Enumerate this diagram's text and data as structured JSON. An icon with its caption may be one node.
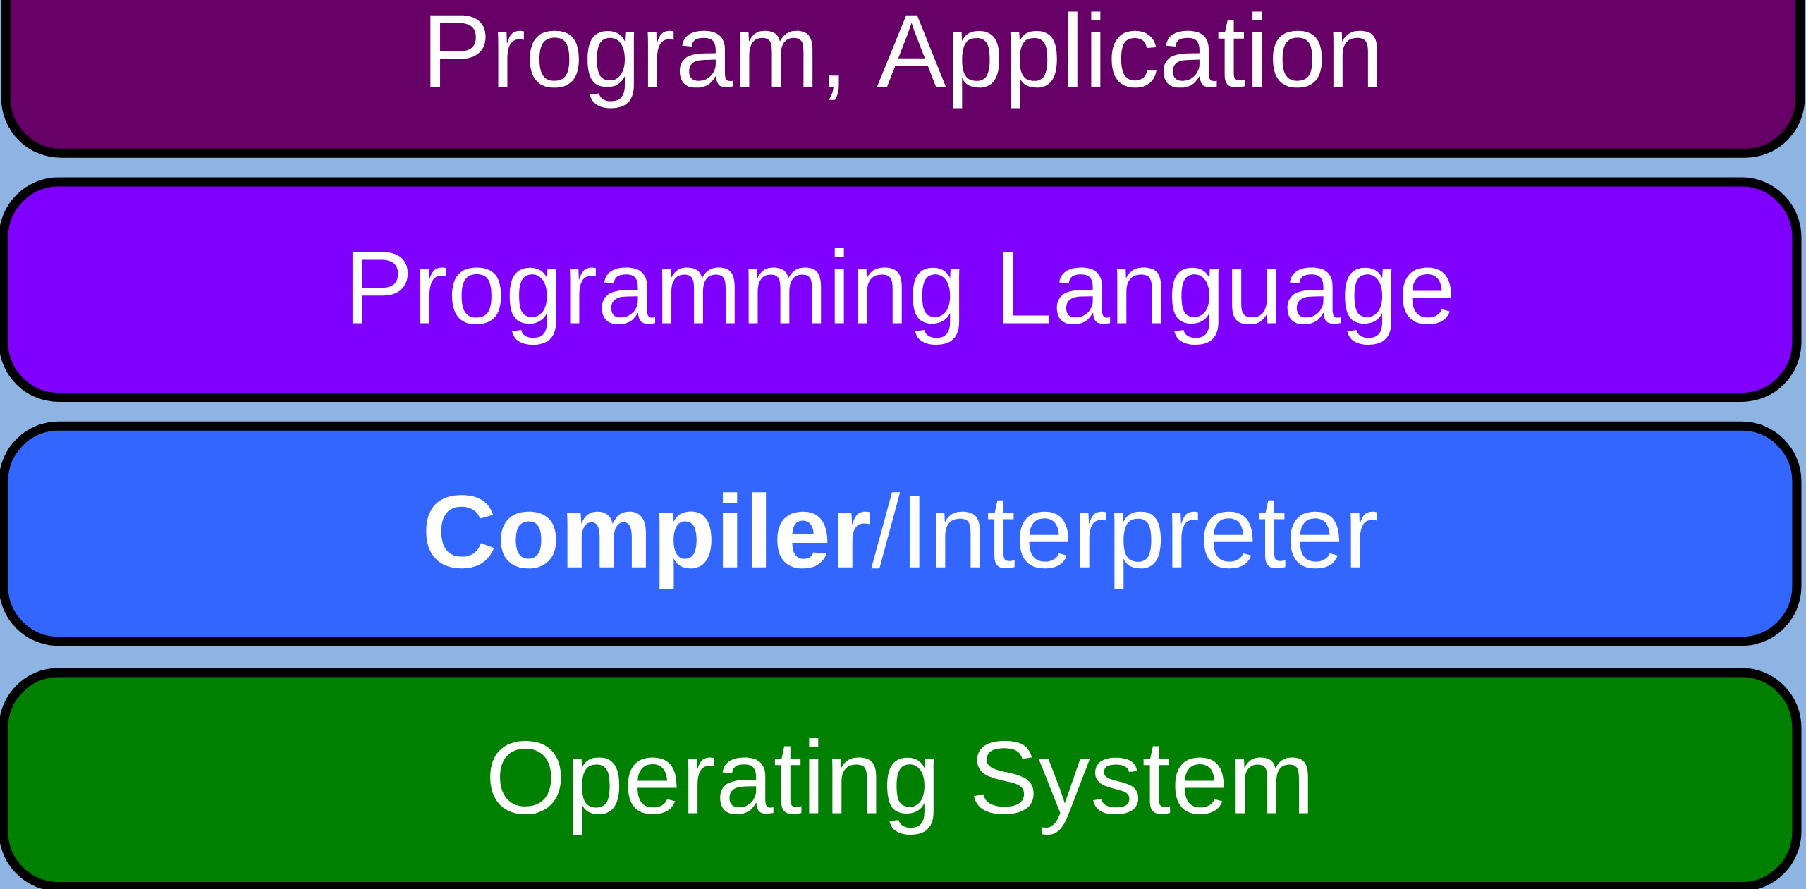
{
  "diagram": {
    "nodes": [
      {
        "text": [
          "Program, Application"
        ]
      },
      {
        "text": [
          "Programming Language"
        ]
      },
      {
        "text": [
          "**Compiler**/Interpreter"
        ]
      },
      {
        "text": [
          "Operating System"
        ]
      }
    ]
  }
}
